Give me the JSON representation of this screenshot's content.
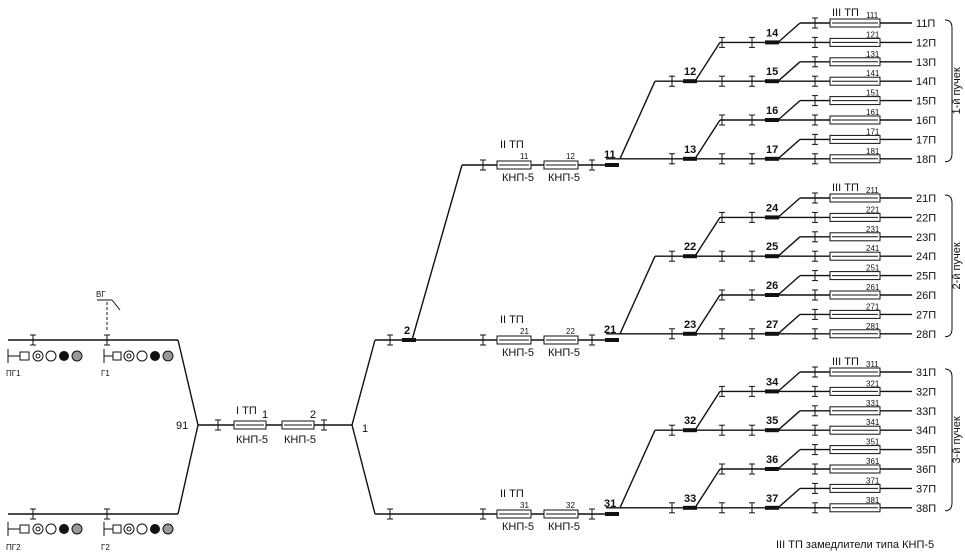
{
  "signals": {
    "pg1": "ПГ1",
    "g1": "Г1",
    "pg2": "ПГ2",
    "g2": "Г2",
    "vg": "ВГ"
  },
  "hump": {
    "switch_91": "91",
    "node_1": "1"
  },
  "tp1": {
    "title": "I ТП",
    "r1_num": "1",
    "r2_num": "2",
    "r1_type": "КНП-5",
    "r2_type": "КНП-5"
  },
  "switches_main": {
    "s2": "2",
    "s11": "11",
    "s21": "21",
    "s31": "31"
  },
  "tp2": [
    {
      "title": "II ТП",
      "n1": "11",
      "n2": "12",
      "t1": "КНП-5",
      "t2": "КНП-5"
    },
    {
      "title": "II ТП",
      "n1": "21",
      "n2": "22",
      "t1": "КНП-5",
      "t2": "КНП-5"
    },
    {
      "title": "II ТП",
      "n1": "31",
      "n2": "32",
      "t1": "КНП-5",
      "t2": "КНП-5"
    }
  ],
  "bundles": [
    {
      "label": "1-й пучек",
      "tp3_title": "III ТП",
      "sw": [
        "12",
        "13",
        "14",
        "15",
        "16",
        "17"
      ],
      "tracks": [
        "11П",
        "12П",
        "13П",
        "14П",
        "15П",
        "16П",
        "17П",
        "18П"
      ],
      "retarders": [
        "111",
        "121",
        "131",
        "141",
        "151",
        "161",
        "171",
        "181"
      ]
    },
    {
      "label": "2-й пучек",
      "tp3_title": "III ТП",
      "sw": [
        "22",
        "23",
        "24",
        "25",
        "26",
        "27"
      ],
      "tracks": [
        "21П",
        "22П",
        "23П",
        "24П",
        "25П",
        "26П",
        "27П",
        "28П"
      ],
      "retarders": [
        "211",
        "221",
        "231",
        "241",
        "251",
        "261",
        "271",
        "281"
      ]
    },
    {
      "label": "3-й пучек",
      "tp3_title": "III ТП",
      "sw": [
        "32",
        "33",
        "34",
        "35",
        "36",
        "37"
      ],
      "tracks": [
        "31П",
        "32П",
        "33П",
        "34П",
        "35П",
        "36П",
        "37П",
        "38П"
      ],
      "retarders": [
        "311",
        "321",
        "331",
        "341",
        "351",
        "361",
        "371",
        "381"
      ]
    }
  ],
  "footnote": "III ТП замедлители типа КНП-5"
}
